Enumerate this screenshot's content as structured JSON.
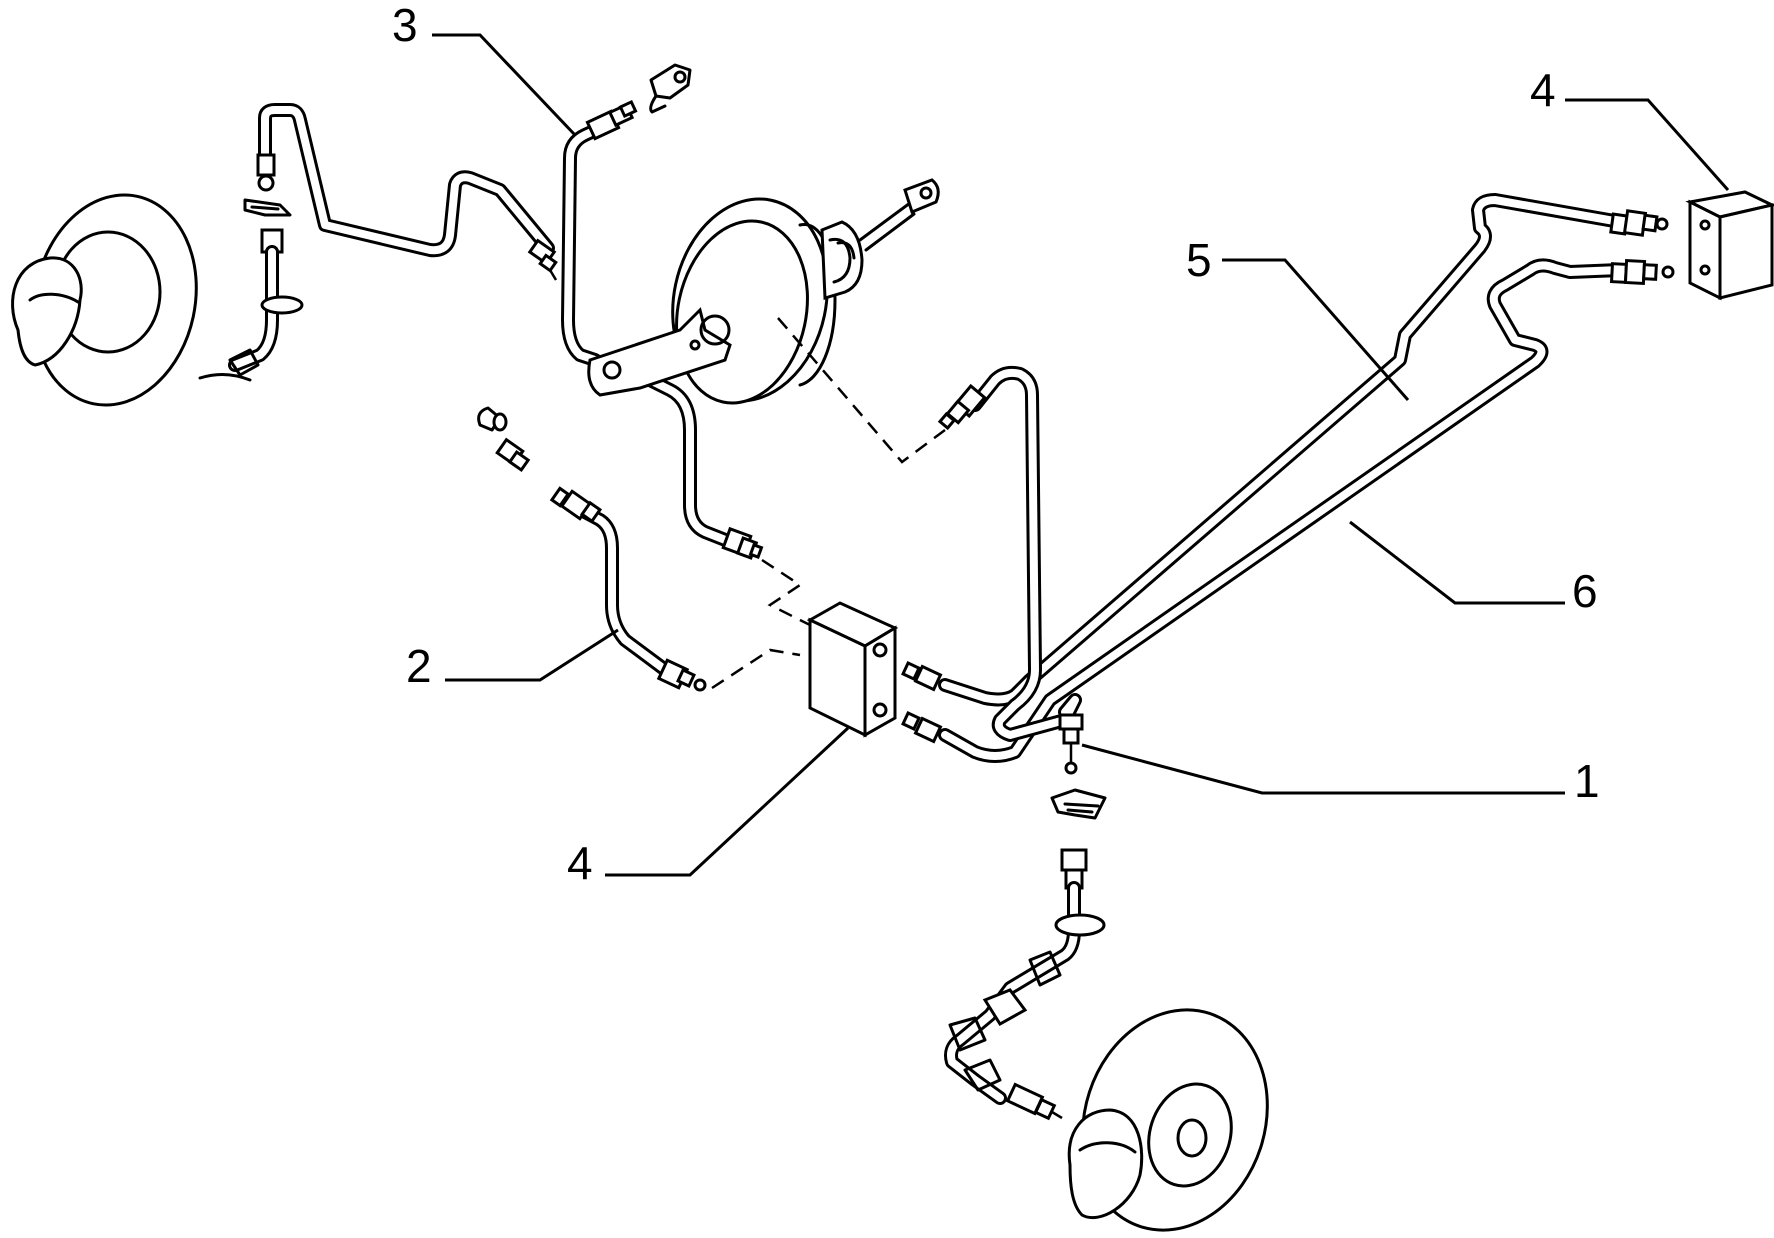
{
  "callouts": [
    {
      "id": "c3",
      "text": "3"
    },
    {
      "id": "c4a",
      "text": "4"
    },
    {
      "id": "c5",
      "text": "5"
    },
    {
      "id": "c6",
      "text": "6"
    },
    {
      "id": "c2",
      "text": "2"
    },
    {
      "id": "c1",
      "text": "1"
    },
    {
      "id": "c4b",
      "text": "4"
    }
  ]
}
